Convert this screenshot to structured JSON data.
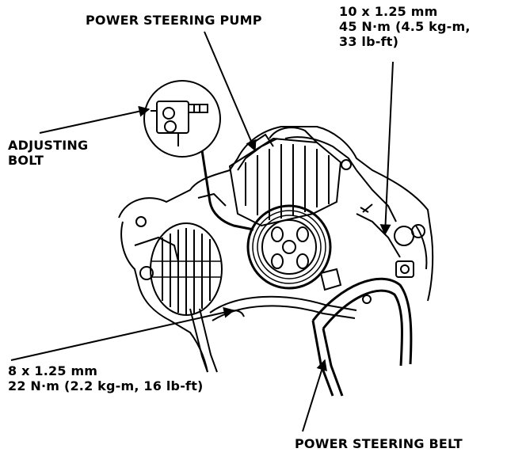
{
  "labels": {
    "power_steering_pump": "POWER STEERING PUMP",
    "upper_bolt": {
      "line1": "10 x 1.25 mm",
      "line2": "45 N·m (4.5 kg-m,",
      "line3": "33 lb-ft)"
    },
    "adjusting_bolt": {
      "line1": "ADJUSTING",
      "line2": "BOLT"
    },
    "lower_bolt": {
      "line1": "8 x 1.25 mm",
      "line2": "22 N·m (2.2 kg-m, 16 lb-ft)"
    },
    "power_steering_belt": "POWER STEERING BELT"
  },
  "colors": {
    "ink": "#000000",
    "paper": "#ffffff"
  }
}
